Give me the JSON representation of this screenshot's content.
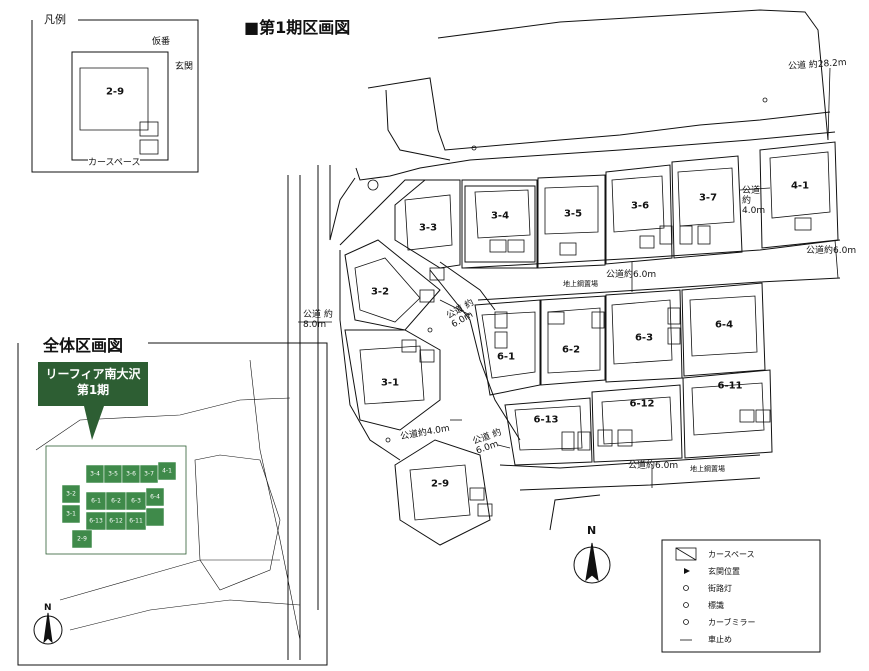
{
  "phase1_title": "■第1期区画図",
  "whole_title": "全体区画図",
  "legend_box_title": "凡例",
  "legend_box": {
    "plot_sample": "2-9",
    "temp_number": "仮番",
    "entrance": "玄関",
    "car_space": "カースペース"
  },
  "callout": {
    "line1": "リーフィア南大沢",
    "line2": "第1期"
  },
  "plots": [
    "2-9",
    "3-1",
    "3-2",
    "3-3",
    "3-4",
    "3-5",
    "3-6",
    "3-7",
    "4-1",
    "6-1",
    "6-2",
    "6-3",
    "6-4",
    "6-11",
    "6-12",
    "6-13"
  ],
  "roads": {
    "r282": "公道 約28.2m",
    "r60_top": "公道約6.0m",
    "r40_37": "公道 約4.0m",
    "r60_right": "公道約6.0m",
    "r80": "公道 約8.0m",
    "r60_diag": "公道 約6.0m",
    "r40_29": "公道約4.0m",
    "r60_29": "公道 約6.0m",
    "r60_bottom": "公道約6.0m"
  },
  "storage": {
    "top": "地上鋼置場",
    "bottom": "地上鋼置場"
  },
  "north": "N",
  "legend": {
    "car_space": "カースペース",
    "entrance": "玄関位置",
    "streetlight": "街路灯",
    "sign": "標識",
    "mirror": "カーブミラー",
    "car_stop": "車止め"
  },
  "colors": {
    "green": "#3f8a4a",
    "dark_green": "#2d5e33",
    "line": "#111111"
  }
}
